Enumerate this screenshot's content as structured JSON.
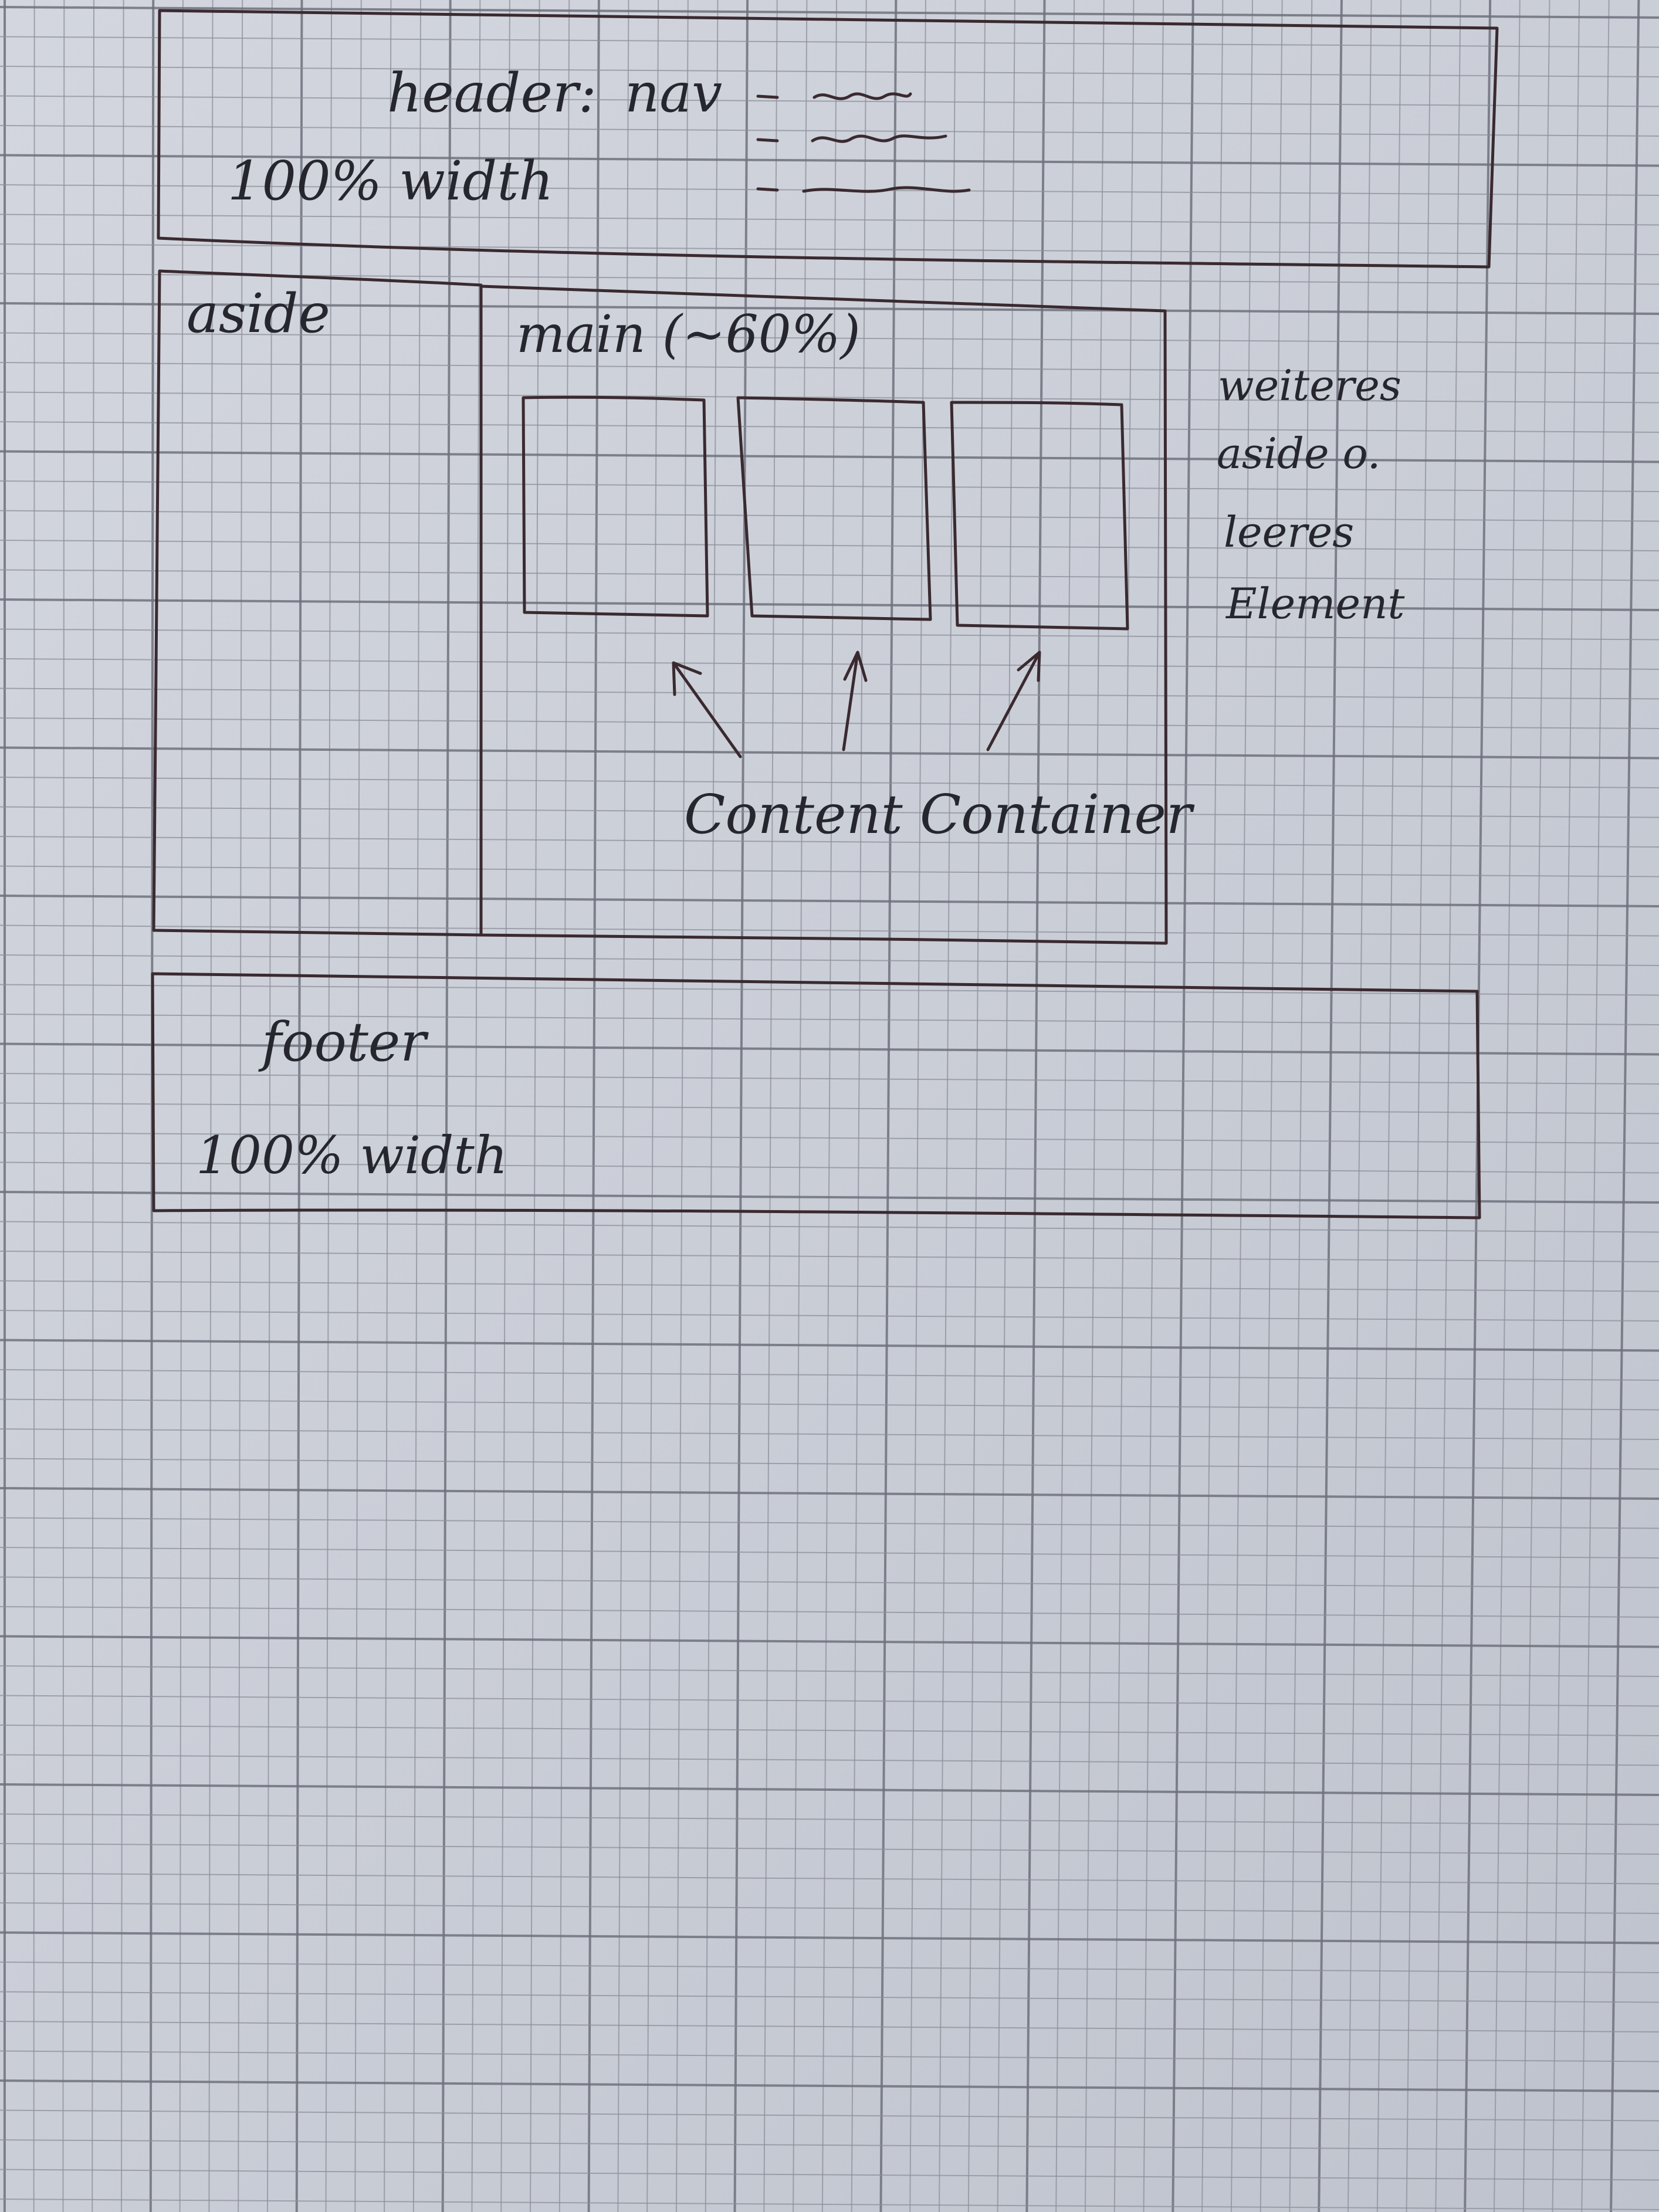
{
  "colors": {
    "paper": "#c9cdd6",
    "paper_light": "#d3d6de",
    "grid": "#8d909a",
    "grid_strong": "#6f727d",
    "ink": "#3a2a30",
    "ink_text": "#26262e"
  },
  "header": {
    "label": "header:",
    "nav_label": "nav",
    "width_label": "100% width"
  },
  "aside": {
    "label": "aside"
  },
  "main": {
    "label": "main (~60%)",
    "content_label": "Content Container"
  },
  "side_note": {
    "lines": [
      "weiteres",
      "aside o.",
      "leeres",
      "Element"
    ]
  },
  "footer": {
    "label": "footer",
    "width_label": "100% width"
  }
}
